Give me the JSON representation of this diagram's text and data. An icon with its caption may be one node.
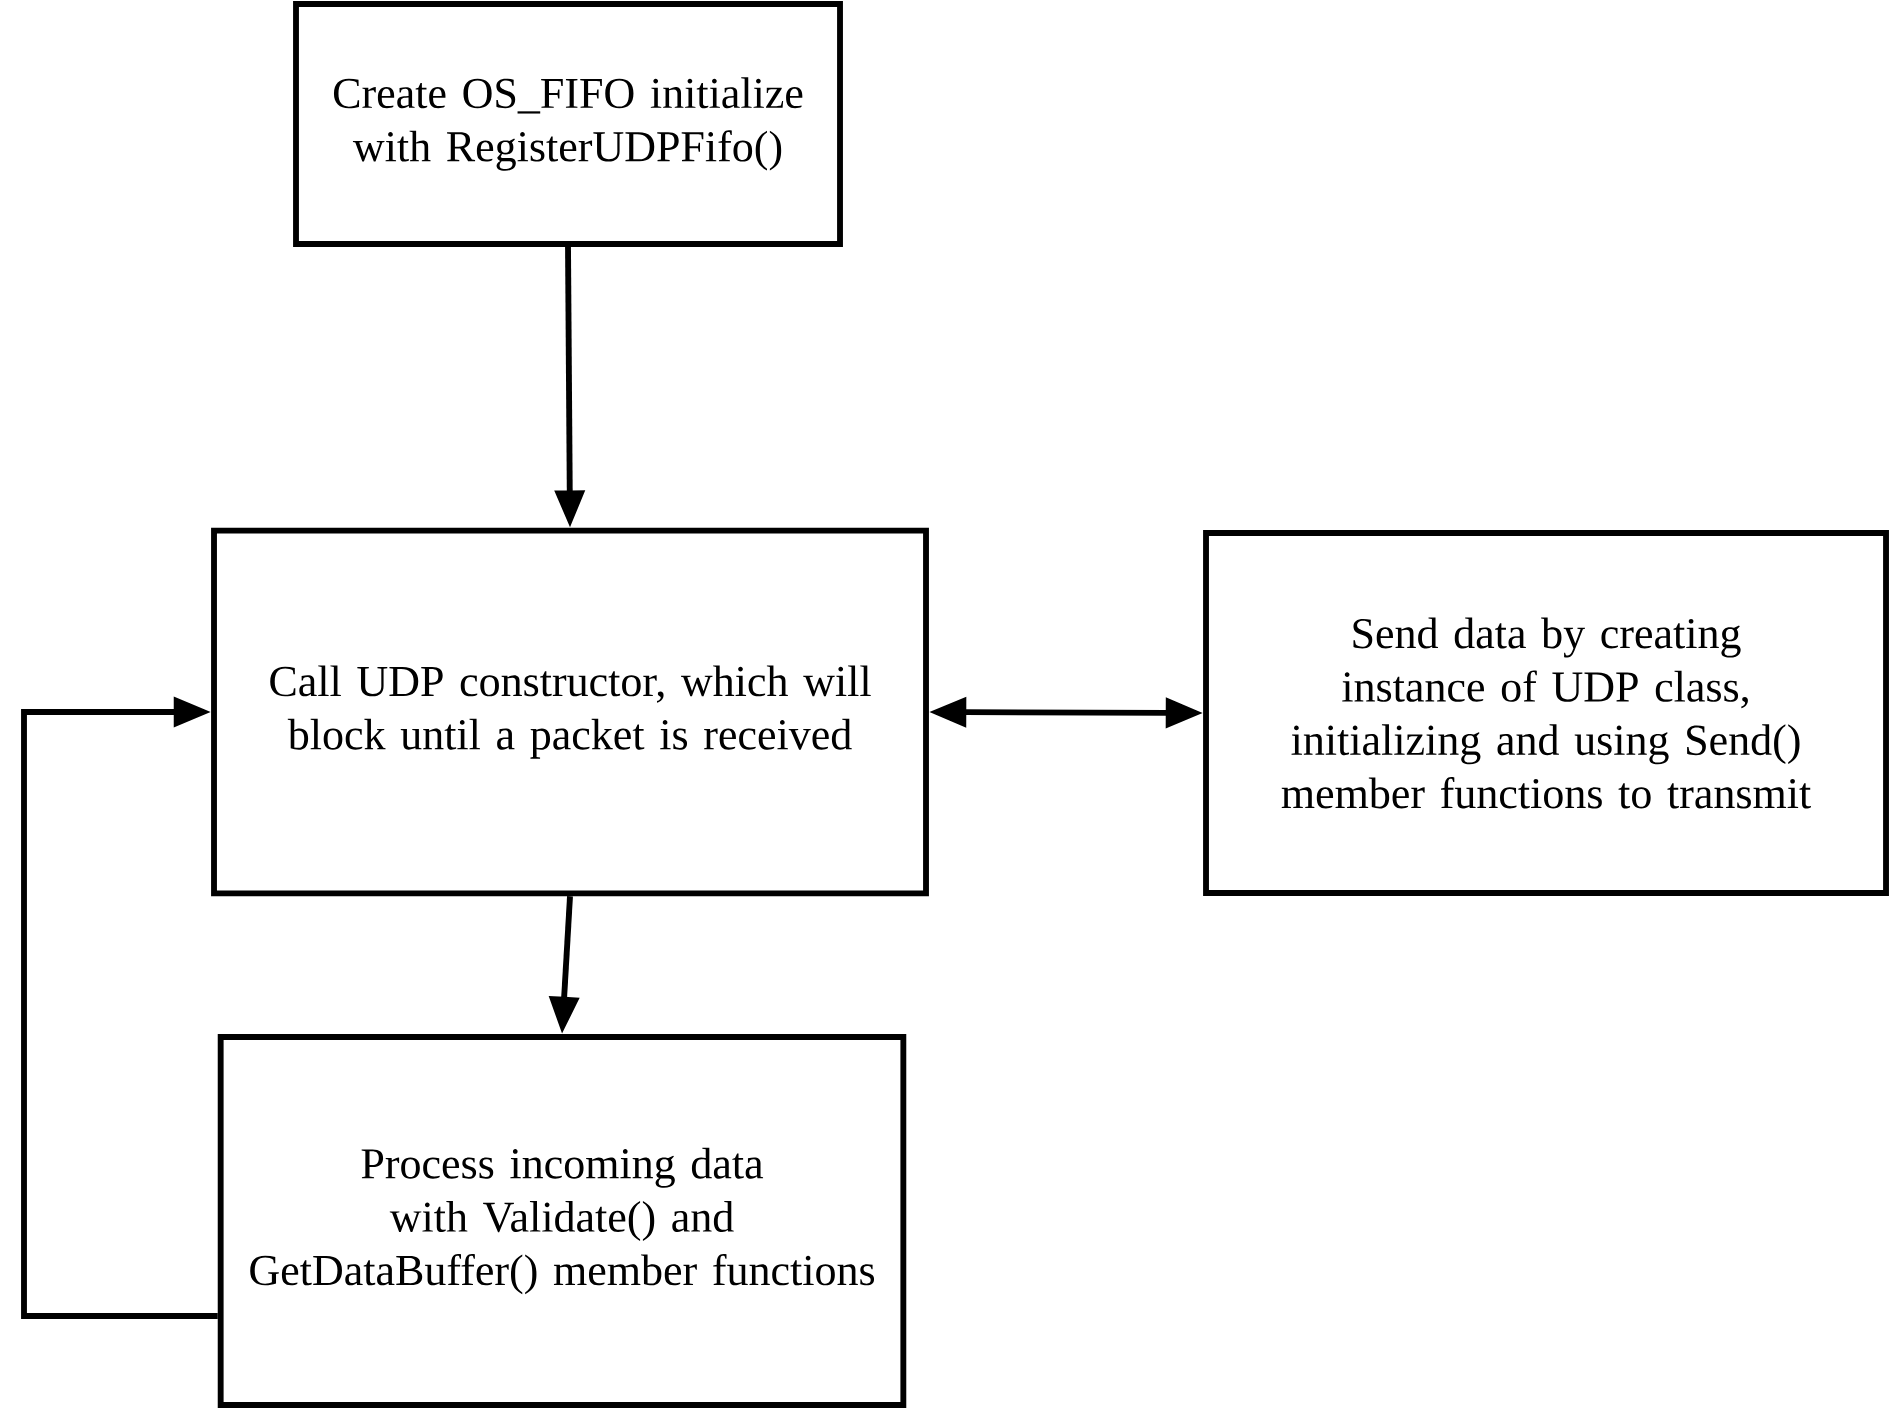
{
  "diagram": {
    "nodes": [
      {
        "text": [
          "Create OS_FIFO initialize with RegisterUDPFifo()"
        ]
      },
      {
        "text": [
          "Call UDP constructor, which will block until a packet is received"
        ]
      },
      {
        "text": [
          "Send data by creating instance of UDP class, initializing  and using Send() member functions to transmit"
        ]
      },
      {
        "text": [
          "Process incoming data with Validate() and GetDataBuffer() member functions"
        ]
      }
    ],
    "edges": [
      {
        "from": 0,
        "to": 1,
        "arrow": "to"
      },
      {
        "from": 1,
        "to": 2,
        "arrow": "both"
      },
      {
        "from": 1,
        "to": 3,
        "arrow": "to"
      },
      {
        "from": 3,
        "to": 1,
        "arrow": "to"
      }
    ]
  }
}
